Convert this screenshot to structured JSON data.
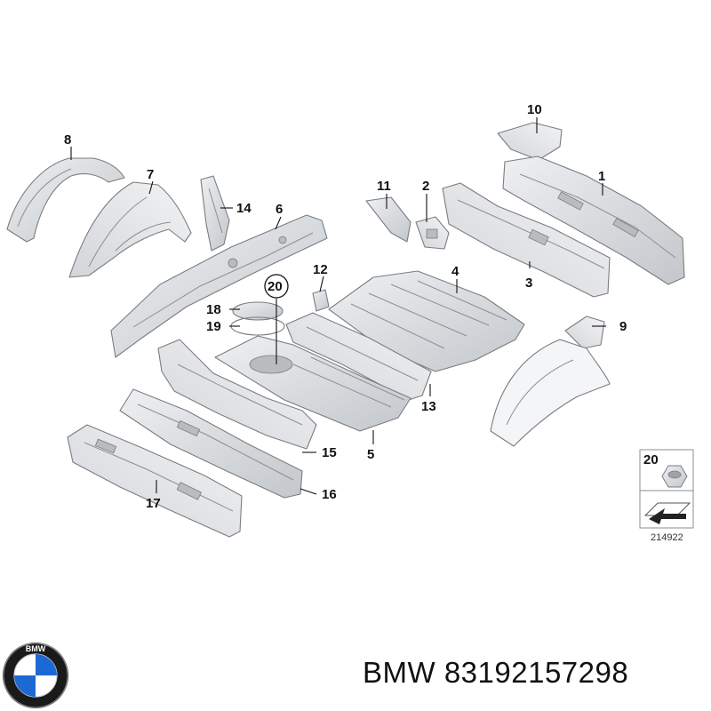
{
  "diagram": {
    "callouts": [
      "1",
      "2",
      "3",
      "4",
      "5",
      "6",
      "7",
      "8",
      "9",
      "10",
      "11",
      "12",
      "13",
      "14",
      "15",
      "16",
      "17",
      "18",
      "19",
      "20"
    ],
    "legend_callout": "20",
    "reference_number": "214922"
  },
  "caption": {
    "brand": "BMW",
    "part_number": "83192157298"
  },
  "logo": {
    "icon": "bmw-roundel-icon",
    "colors": {
      "ring": "#1a1a1a",
      "blue": "#1c69d4",
      "white": "#ffffff"
    }
  },
  "colors": {
    "part_fill": "#e3e5e7",
    "part_shade": "#c9ccd0",
    "stroke": "#7a7d80"
  }
}
